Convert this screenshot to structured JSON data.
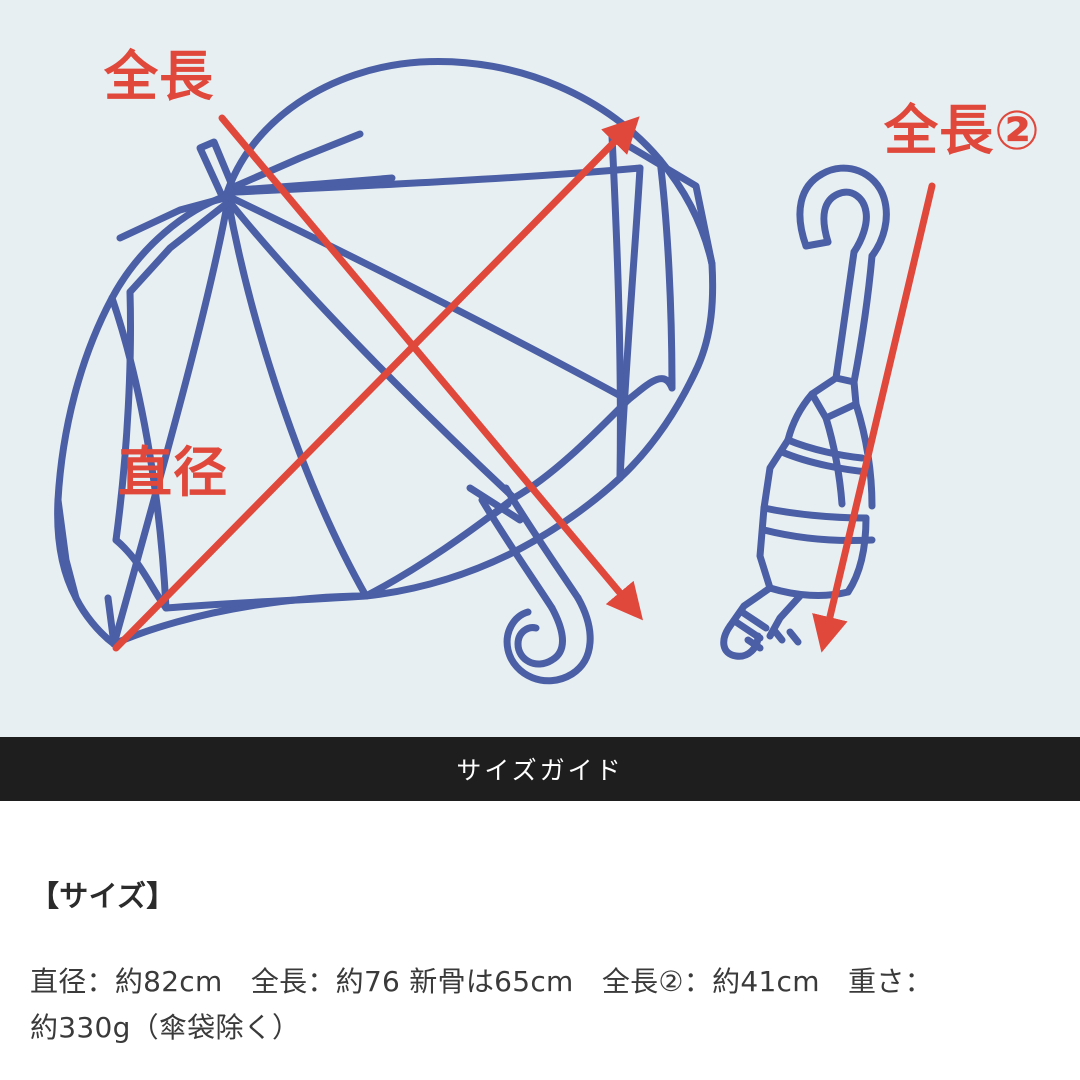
{
  "illustration": {
    "background_color": "#e8eff2",
    "line_color": "#4a5fa5",
    "annotation_color": "#e0483c",
    "annotations": [
      {
        "id": "total-length",
        "label": "全長",
        "target": "open-umbrella-length"
      },
      {
        "id": "diameter",
        "label": "直径",
        "target": "open-umbrella-diameter"
      },
      {
        "id": "total-length-2",
        "label": "全長②",
        "target": "folded-umbrella-length"
      }
    ],
    "objects": [
      {
        "name": "open-umbrella",
        "description": "open dome umbrella with crook handle"
      },
      {
        "name": "folded-umbrella",
        "description": "closed folded umbrella with crook handle"
      }
    ]
  },
  "caption_band": {
    "background_color": "#1e1e1e",
    "text": "サイズガイド"
  },
  "spec": {
    "heading": "【サイズ】",
    "lines": [
      "直径：約82cm　全長：約76 新骨は65cm　全長②：約41cm　重さ：",
      "約330g（傘袋除く）"
    ]
  }
}
